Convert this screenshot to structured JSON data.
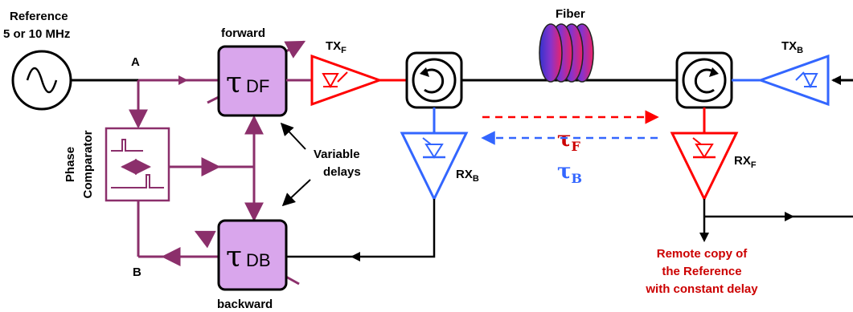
{
  "reference": {
    "line1": "Reference",
    "line2": "5 or 10 MHz"
  },
  "points": {
    "a": "A",
    "b": "B"
  },
  "forward": {
    "title": "forward",
    "delay_symbol": "τ",
    "delay_sub": "DF"
  },
  "backward": {
    "title": "backward",
    "delay_symbol": "τ",
    "delay_sub": "DB"
  },
  "phase_comparator": {
    "line1": "Phase",
    "line2": "Comparator"
  },
  "variable_delays": {
    "line1": "Variable",
    "line2": "delays"
  },
  "fiber": {
    "label": "Fiber"
  },
  "tx_f": {
    "base": "TX",
    "sub": "F"
  },
  "tx_b": {
    "base": "TX",
    "sub": "B"
  },
  "rx_b": {
    "base": "RX",
    "sub": "B"
  },
  "rx_f": {
    "base": "RX",
    "sub": "F"
  },
  "tau_f": {
    "base": "τ",
    "sub": "F"
  },
  "tau_b": {
    "base": "τ",
    "sub": "B"
  },
  "remote_copy": {
    "line1": "Remote copy of",
    "line2": "the Reference",
    "line3": "with constant delay"
  },
  "colors": {
    "purple_line": "#8b2f6b",
    "delay_box": "#d9a6ec",
    "red": "#ff0000",
    "blue": "#3366ff",
    "remote_text": "#cc0000"
  }
}
